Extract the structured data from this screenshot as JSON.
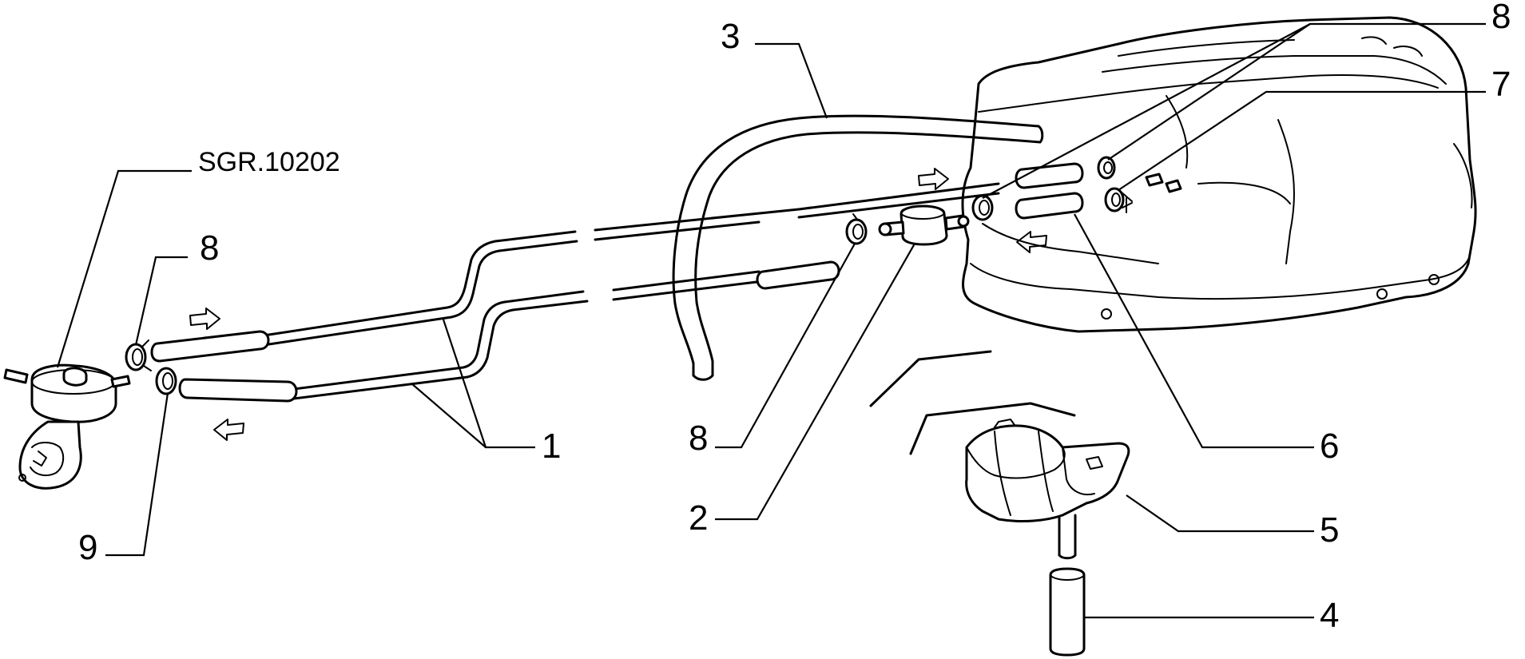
{
  "reference": "SGR.10202",
  "callouts": {
    "c1": "1",
    "c2": "2",
    "c3": "3",
    "c4": "4",
    "c5": "5",
    "c6": "6",
    "c7": "7",
    "c8_left": "8",
    "c8_mid": "8",
    "c8_top": "8",
    "c9": "9"
  },
  "icons": [
    "flow-arrow-icon"
  ]
}
